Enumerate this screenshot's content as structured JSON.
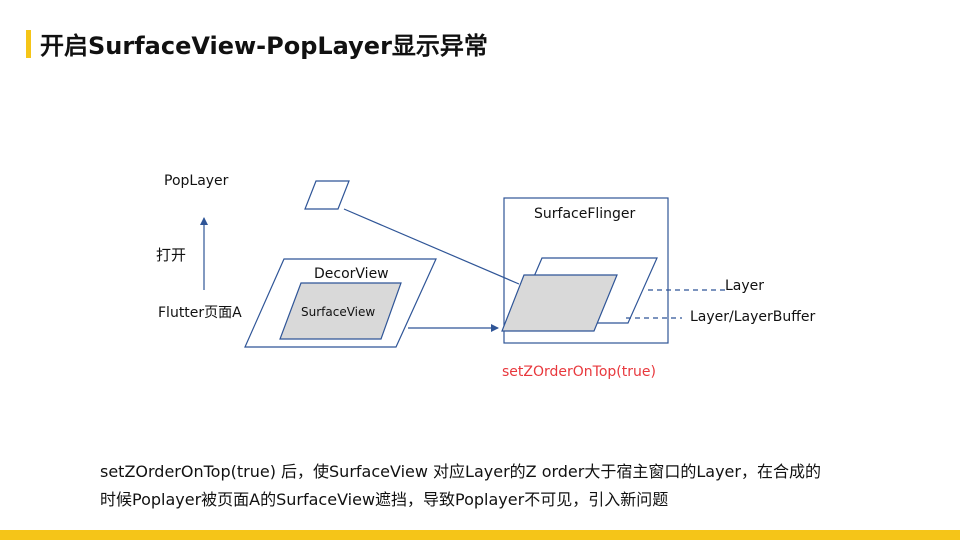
{
  "slide": {
    "title": "开启SurfaceView-PopLayer显示异常"
  },
  "diagram": {
    "poplayer_label": "PopLayer",
    "open_label": "打开",
    "flutter_page_label": "Flutter页面A",
    "decorview_label": "DecorView",
    "surfaceview_label": "SurfaceView",
    "surfaceflinger_label": "SurfaceFlinger",
    "layer_label": "Layer",
    "layer_buffer_label": "Layer/LayerBuffer",
    "zorder_call": "setZOrderOnTop(true)",
    "colors": {
      "outline": "#2f5597",
      "red_text": "#e8383d",
      "fill_gray": "#d9d9d9",
      "accent": "#f5c518"
    }
  },
  "caption": {
    "line1": "setZOrderOnTop(true) 后，使SurfaceView 对应Layer的Z order大于宿主窗口的Layer，在合成的",
    "line2": "时候Poplayer被页面A的SurfaceView遮挡，导致Poplayer不可见，引入新问题"
  }
}
